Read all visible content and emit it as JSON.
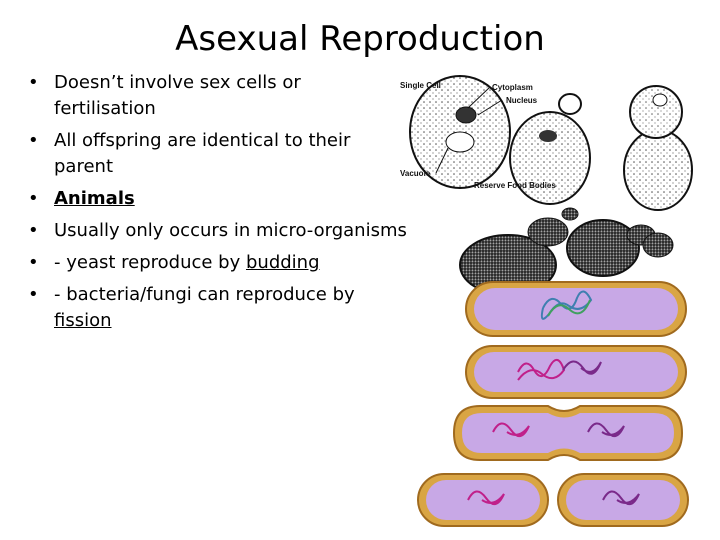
{
  "slide": {
    "title": "Asexual Reproduction",
    "bullets": [
      {
        "text": "Doesn’t involve sex cells or fertilisation"
      },
      {
        "text": "All offspring are identical to their parent"
      },
      {
        "text": "Animals"
      },
      {
        "text": "Usually only occurs in micro-organisms"
      },
      {
        "prefix": "- yeast reproduce by ",
        "emph": "budding"
      },
      {
        "prefix": "- bacteria/fungi can reproduce by ",
        "emph": "fission"
      }
    ],
    "bullet_glyph": "•"
  },
  "yeast_diagram": {
    "labels": {
      "single_cell": "Single Cell",
      "cytoplasm": "Cytoplasm",
      "nucleus": "Nucleus",
      "vacuole": "Vacuole",
      "reserve_food": "Reserve Food Bodies"
    }
  },
  "colors": {
    "bacteria_wall": "#d9a544",
    "bacteria_inner": "#c8a8e6",
    "dna_blue": "#3f7fb0",
    "dna_green": "#40a060",
    "dna_magenta": "#c0208a"
  }
}
